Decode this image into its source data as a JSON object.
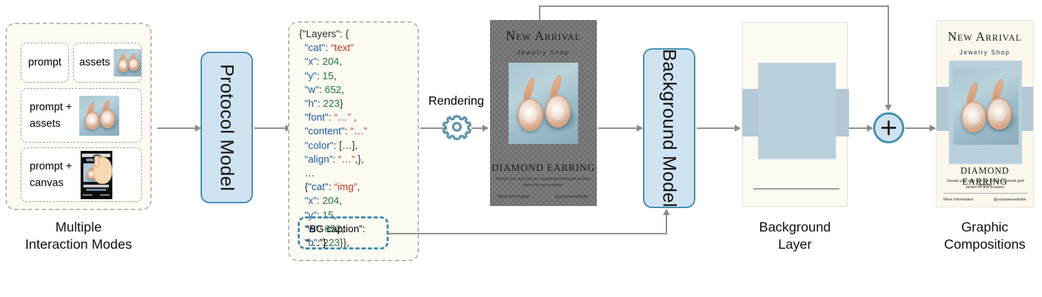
{
  "stages": {
    "interaction_modes": {
      "caption_line1": "Multiple",
      "caption_line2": "Interaction Modes",
      "modes": [
        {
          "label": "prompt",
          "has_asset": false
        },
        {
          "label": "assets",
          "has_asset": true
        },
        {
          "label_line1": "prompt +",
          "label_line2": "assets",
          "has_asset": true
        },
        {
          "label_line1": "prompt +",
          "label_line2": "canvas",
          "has_asset": true
        }
      ]
    },
    "protocol_model": {
      "label": "Protocol Model"
    },
    "background_model": {
      "label": "Background Model"
    },
    "rendering": {
      "label": "Rendering",
      "icon": "gear-icon"
    },
    "combine": {
      "icon": "plus-icon",
      "label": "+"
    },
    "background_layer": {
      "caption_line1": "Background",
      "caption_line2": "Layer"
    },
    "graphic_compositions": {
      "caption_line1": "Graphic",
      "caption_line2": "Compositions"
    }
  },
  "protocol_json": {
    "lines": [
      {
        "segs": [
          {
            "t": "{\"Layers\": {",
            "c": "p"
          }
        ]
      },
      {
        "segs": [
          {
            "t": "\"cat\"",
            "c": "k"
          },
          {
            "t": ": ",
            "c": "p"
          },
          {
            "t": "“text”",
            "c": "s"
          }
        ]
      },
      {
        "segs": [
          {
            "t": "\"x\"",
            "c": "k"
          },
          {
            "t": ": ",
            "c": "p"
          },
          {
            "t": "204",
            "c": "n"
          },
          {
            "t": ",",
            "c": "p"
          }
        ]
      },
      {
        "segs": [
          {
            "t": "\"y\"",
            "c": "k"
          },
          {
            "t": ": ",
            "c": "p"
          },
          {
            "t": "15",
            "c": "n"
          },
          {
            "t": ",",
            "c": "p"
          }
        ]
      },
      {
        "segs": [
          {
            "t": "\"w\"",
            "c": "k"
          },
          {
            "t": ": ",
            "c": "p"
          },
          {
            "t": "652",
            "c": "n"
          },
          {
            "t": ",",
            "c": "p"
          }
        ]
      },
      {
        "segs": [
          {
            "t": "\"h\"",
            "c": "k"
          },
          {
            "t": ": ",
            "c": "p"
          },
          {
            "t": "223",
            "c": "n"
          },
          {
            "t": "}",
            "c": "p"
          }
        ]
      },
      {
        "segs": [
          {
            "t": "\"font\"",
            "c": "k"
          },
          {
            "t": ": ",
            "c": "p"
          },
          {
            "t": "“…”",
            "c": "s"
          },
          {
            "t": " ,",
            "c": "p"
          }
        ]
      },
      {
        "segs": [
          {
            "t": "\"content\"",
            "c": "k"
          },
          {
            "t": ": ",
            "c": "p"
          },
          {
            "t": "“…”",
            "c": "s"
          }
        ]
      },
      {
        "segs": [
          {
            "t": "\"color\"",
            "c": "k"
          },
          {
            "t": ": […],",
            "c": "p"
          }
        ]
      },
      {
        "segs": [
          {
            "t": "“align”",
            "c": "k"
          },
          {
            "t": ": ",
            "c": "p"
          },
          {
            "t": "“…”",
            "c": "s"
          },
          {
            "t": ",},",
            "c": "p"
          }
        ]
      },
      {
        "segs": [
          {
            "t": "…",
            "c": "p"
          }
        ]
      },
      {
        "segs": [
          {
            "t": "{",
            "c": "p"
          },
          {
            "t": "\"cat\"",
            "c": "k"
          },
          {
            "t": ": ",
            "c": "p"
          },
          {
            "t": "“img”",
            "c": "s"
          },
          {
            "t": ",",
            "c": "p"
          }
        ]
      },
      {
        "segs": [
          {
            "t": "\"x\"",
            "c": "k"
          },
          {
            "t": ": ",
            "c": "p"
          },
          {
            "t": "204",
            "c": "n"
          },
          {
            "t": ",",
            "c": "p"
          }
        ]
      },
      {
        "segs": [
          {
            "t": "\"y\"",
            "c": "k"
          },
          {
            "t": ": ",
            "c": "p"
          },
          {
            "t": "15",
            "c": "n"
          },
          {
            "t": ",",
            "c": "p"
          }
        ]
      },
      {
        "segs": [
          {
            "t": "\"w\"",
            "c": "k"
          },
          {
            "t": ": ",
            "c": "p"
          },
          {
            "t": "652",
            "c": "n"
          },
          {
            "t": ",",
            "c": "p"
          }
        ]
      },
      {
        "segs": [
          {
            "t": "\"h\"",
            "c": "k"
          },
          {
            "t": ": ",
            "c": "p"
          },
          {
            "t": "223",
            "c": "n"
          },
          {
            "t": "}},",
            "c": "p"
          }
        ]
      }
    ],
    "bg_caption_line1": "“BG caption”:",
    "bg_caption_line2": "“…”}"
  },
  "poster": {
    "title": "New Arrival",
    "subtitle": "Jewelry Shop",
    "footer_title": "DIAMOND EARRING",
    "body_line1": "Elevate your style with our elegant diamond gold earrings,",
    "body_line2": "perfect for any occasion.",
    "meta_left": "More Information",
    "meta_right": "@yourownwebsite"
  },
  "colors": {
    "accent": "#3f8cb0",
    "model_fill": "#cfe2ef",
    "panel_bg": "#fdfaf2",
    "connector": "#8a8a8a",
    "dashed_border": "#b7b7b7"
  }
}
